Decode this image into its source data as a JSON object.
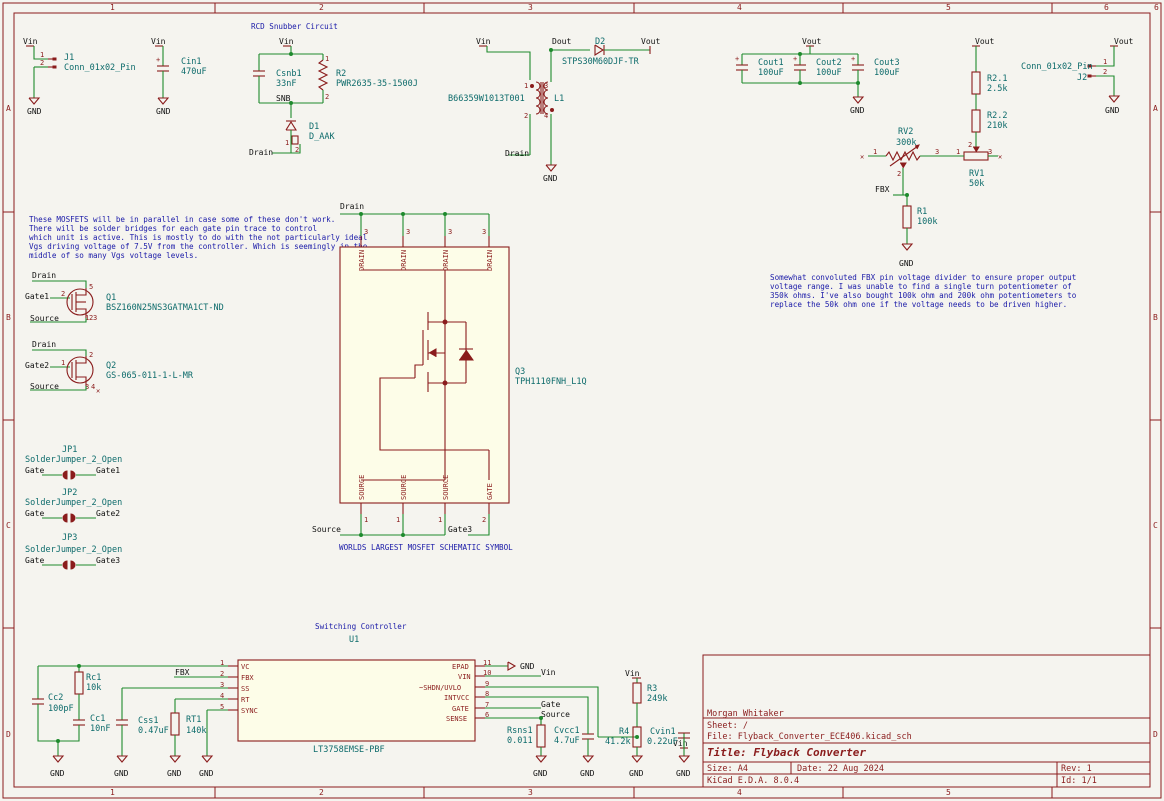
{
  "frame": {
    "columns": [
      "1",
      "2",
      "3",
      "4",
      "5",
      "6"
    ],
    "rows": [
      "A",
      "B",
      "C",
      "D"
    ]
  },
  "title_block": {
    "author": "Morgan Whitaker",
    "sheet": "Sheet: /",
    "file": "File: Flyback_Converter_ECE406.kicad_sch",
    "title": "Title: Flyback Converter",
    "size": "Size: A4",
    "date": "Date: 22 Aug 2024",
    "rev": "Rev: 1",
    "tool": "KiCad E.D.A. 8.0.4",
    "id": "Id: 1/1"
  },
  "notes": {
    "rcd_title": "RCD Snubber Circuit",
    "mosfet_note": [
      "These MOSFETS will be in parallel in case some of these don't work.",
      "There will be solder bridges  for each gate pin trace to control",
      "which unit is active. This is mostly to do with the not particularly ideal",
      "Vgs driving voltage of 7.5V from the controller. Which is seemingly in the",
      "middle of so many Vgs voltage levels."
    ],
    "fbx_note": [
      "Somewhat convoluted FBX pin voltage divider to ensure proper output",
      "voltage range. I was unable to find a single turn potentiometer of",
      "350k ohms. I've also bought 100k ohm and 200k ohm potentiometers to",
      "replace the 50k ohm one if the voltage needs to be driven higher."
    ],
    "mosfet_symbol": "WORLDS LARGEST MOSFET SCHEMATIC SYMBOL",
    "controller_title": "Switching Controller"
  },
  "power": {
    "vin": "Vin",
    "vout": "Vout",
    "gnd": "GND",
    "dout": "Dout",
    "snb": "SNB"
  },
  "nets": {
    "drain": "Drain",
    "source": "Source",
    "gate": "Gate",
    "gate1": "Gate1",
    "gate2": "Gate2",
    "gate3": "Gate3",
    "fbx": "FBX"
  },
  "components": {
    "J1": {
      "ref": "J1",
      "value": "Conn_01x02_Pin"
    },
    "J2": {
      "ref": "J2",
      "value": "Conn_01x02_Pin"
    },
    "Cin1": {
      "ref": "Cin1",
      "value": "470uF"
    },
    "Csnb1": {
      "ref": "Csnb1",
      "value": "33nF"
    },
    "R2": {
      "ref": "R2",
      "value": "PWR2635-35-1500J"
    },
    "D1": {
      "ref": "D1",
      "value": "D_AAK"
    },
    "T1": {
      "ref": "L1",
      "value": "B66359W1013T001"
    },
    "D2": {
      "ref": "D2",
      "value": "STPS30M60DJF-TR"
    },
    "Cout1": {
      "ref": "Cout1",
      "value": "100uF"
    },
    "Cout2": {
      "ref": "Cout2",
      "value": "100uF"
    },
    "Cout3": {
      "ref": "Cout3",
      "value": "100uF"
    },
    "R21": {
      "ref": "R2.1",
      "value": "2.5k"
    },
    "R22": {
      "ref": "R2.2",
      "value": "210k"
    },
    "RV2": {
      "ref": "RV2",
      "value": "300k"
    },
    "RV1": {
      "ref": "RV1",
      "value": "50k"
    },
    "R1": {
      "ref": "R1",
      "value": "100k"
    },
    "Q1": {
      "ref": "Q1",
      "value": "BSZ160N25NS3GATMA1CT-ND"
    },
    "Q2": {
      "ref": "Q2",
      "value": "GS-065-011-1-L-MR"
    },
    "Q3": {
      "ref": "Q3",
      "value": "TPH1110FNH_L1Q"
    },
    "JP1": {
      "ref": "JP1",
      "value": "SolderJumper_2_Open"
    },
    "JP2": {
      "ref": "JP2",
      "value": "SolderJumper_2_Open"
    },
    "JP3": {
      "ref": "JP3",
      "value": "SolderJumper_2_Open"
    },
    "U1": {
      "ref": "U1",
      "value": "LT3758EMSE-PBF"
    },
    "Cc2": {
      "ref": "Cc2",
      "value": "100pF"
    },
    "Rc1": {
      "ref": "Rc1",
      "value": "10k"
    },
    "Cc1": {
      "ref": "Cc1",
      "value": "10nF"
    },
    "Css1": {
      "ref": "Css1",
      "value": "0.47uF"
    },
    "RT1": {
      "ref": "RT1",
      "value": "140k"
    },
    "Rsns1": {
      "ref": "Rsns1",
      "value": "0.011"
    },
    "Cvcc1": {
      "ref": "Cvcc1",
      "value": "4.7uF"
    },
    "R3": {
      "ref": "R3",
      "value": "249k"
    },
    "R4": {
      "ref": "R4",
      "value": "41.2k"
    },
    "Cvin1": {
      "ref": "Cvin1",
      "value": "0.22uF"
    }
  },
  "u1_pins": {
    "left": [
      {
        "num": "1",
        "name": "VC"
      },
      {
        "num": "2",
        "name": "FBX"
      },
      {
        "num": "3",
        "name": "SS"
      },
      {
        "num": "4",
        "name": "RT"
      },
      {
        "num": "5",
        "name": "SYNC"
      }
    ],
    "right": [
      {
        "num": "11",
        "name": "EPAD"
      },
      {
        "num": "10",
        "name": "VIN"
      },
      {
        "num": "9",
        "name": "~SHDN/UVLO"
      },
      {
        "num": "8",
        "name": "INTVCC"
      },
      {
        "num": "7",
        "name": "GATE"
      },
      {
        "num": "6",
        "name": "SENSE"
      }
    ]
  },
  "q3_pins": {
    "top": [
      "DRAIN",
      "DRAIN",
      "DRAIN",
      "DRAIN"
    ],
    "bottom": [
      "SOURCE",
      "SOURCE",
      "SOURCE",
      "GATE"
    ]
  }
}
